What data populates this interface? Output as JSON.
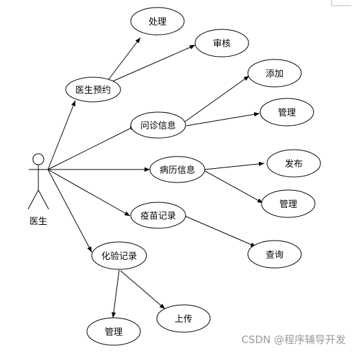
{
  "actor": {
    "label": "医生"
  },
  "use_cases": {
    "yuyue": "医生预约",
    "chuli": "处理",
    "shenhe": "审核",
    "wenzhen": "问诊信息",
    "tianjia": "添加",
    "guanli_wenzhen": "管理",
    "bingli": "病历信息",
    "fabu": "发布",
    "guanli_bingli": "管理",
    "yimiao": "疫苗记录",
    "chaxun": "查询",
    "huayan": "化验记录",
    "guanli_huayan": "管理",
    "shangchuan": "上传"
  },
  "watermark": "CSDN @程序辅导开发"
}
